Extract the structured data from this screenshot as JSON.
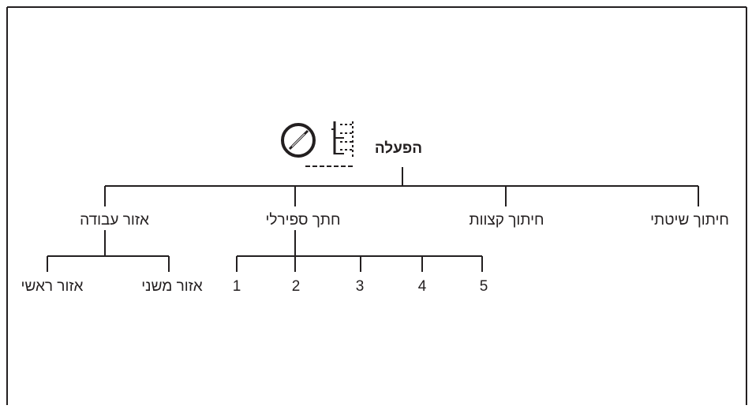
{
  "diagram": {
    "root": {
      "label": "הפעלה",
      "icon": "cutting-mode-icon"
    },
    "level1": [
      {
        "id": "sheet",
        "label": "חיתוך שיטתי"
      },
      {
        "id": "edge",
        "label": "חיתוך קצוות"
      },
      {
        "id": "spiral",
        "label": "חתך ספירלי"
      },
      {
        "id": "work",
        "label": "אזור עבודה"
      }
    ],
    "spiral_children": [
      "1",
      "2",
      "3",
      "4",
      "5"
    ],
    "work_children": [
      {
        "id": "secondary",
        "label": "אזור משני"
      },
      {
        "id": "primary",
        "label": "אזור ראשי"
      }
    ]
  },
  "colors": {
    "line": "#231f20",
    "text": "#231f20",
    "background": "#ffffff"
  }
}
